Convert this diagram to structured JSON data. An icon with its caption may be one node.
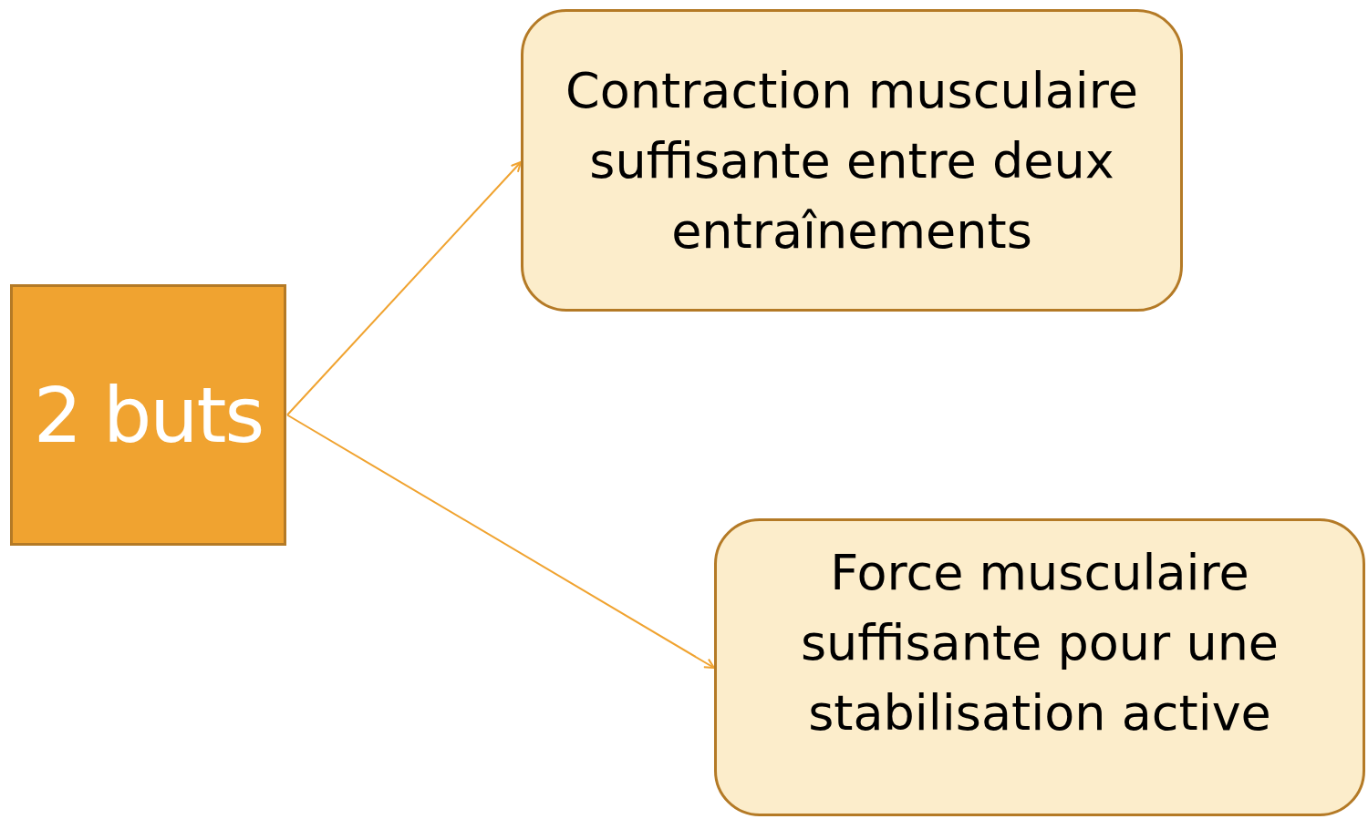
{
  "diagram": {
    "nodes": [
      {
        "text": [
          "2 buts"
        ]
      },
      {
        "text": [
          "Contraction musculaire suffisante entre deux entraînements"
        ]
      },
      {
        "text": [
          "Force musculaire suffisante pour une stabilisation active"
        ]
      }
    ],
    "edges": [
      {
        "from": 0,
        "to": 1,
        "arrow": "to"
      },
      {
        "from": 0,
        "to": 2,
        "arrow": "to"
      }
    ]
  }
}
